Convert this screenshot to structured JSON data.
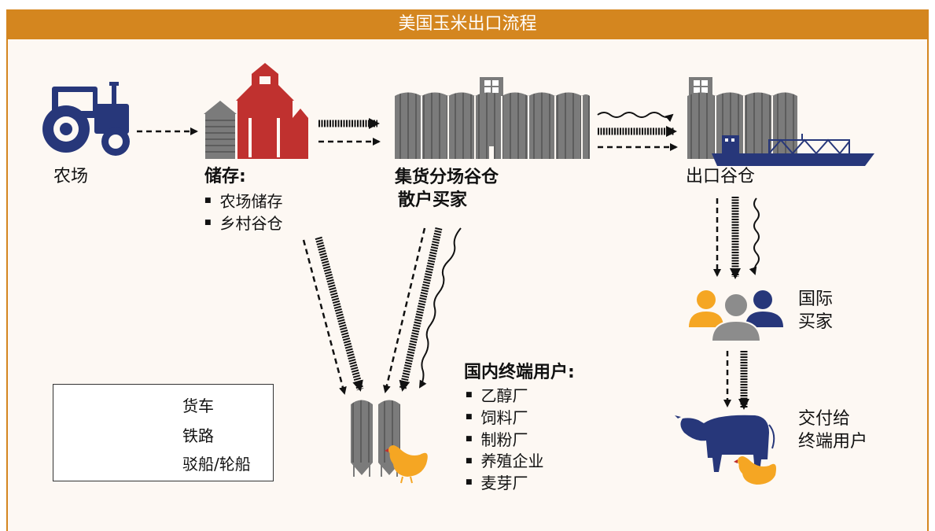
{
  "title": "美国玉米出口流程",
  "nodes": {
    "farm": "农场",
    "storage": "储存:",
    "storage_items": [
      "农场储存",
      "乡村谷仓"
    ],
    "elevator": [
      "集货分场谷仓",
      "散户买家"
    ],
    "export": "出口谷仓",
    "intl_buyers": [
      "国际",
      "买家"
    ],
    "domestic": "国内终端用户:",
    "domestic_items": [
      "乙醇厂",
      "饲料厂",
      "制粉厂",
      "养殖企业",
      "麦芽厂"
    ],
    "delivery": [
      "交付给",
      "终端用户"
    ]
  },
  "legend": {
    "truck": "货车",
    "rail": "铁路",
    "barge": "驳船/轮船"
  },
  "colors": {
    "title_bar": "#d4861f",
    "background": "#fdf8f3",
    "navy": "#27377a",
    "red": "#c0312f",
    "gray": "#7b7b7b",
    "orange": "#f5a623"
  }
}
